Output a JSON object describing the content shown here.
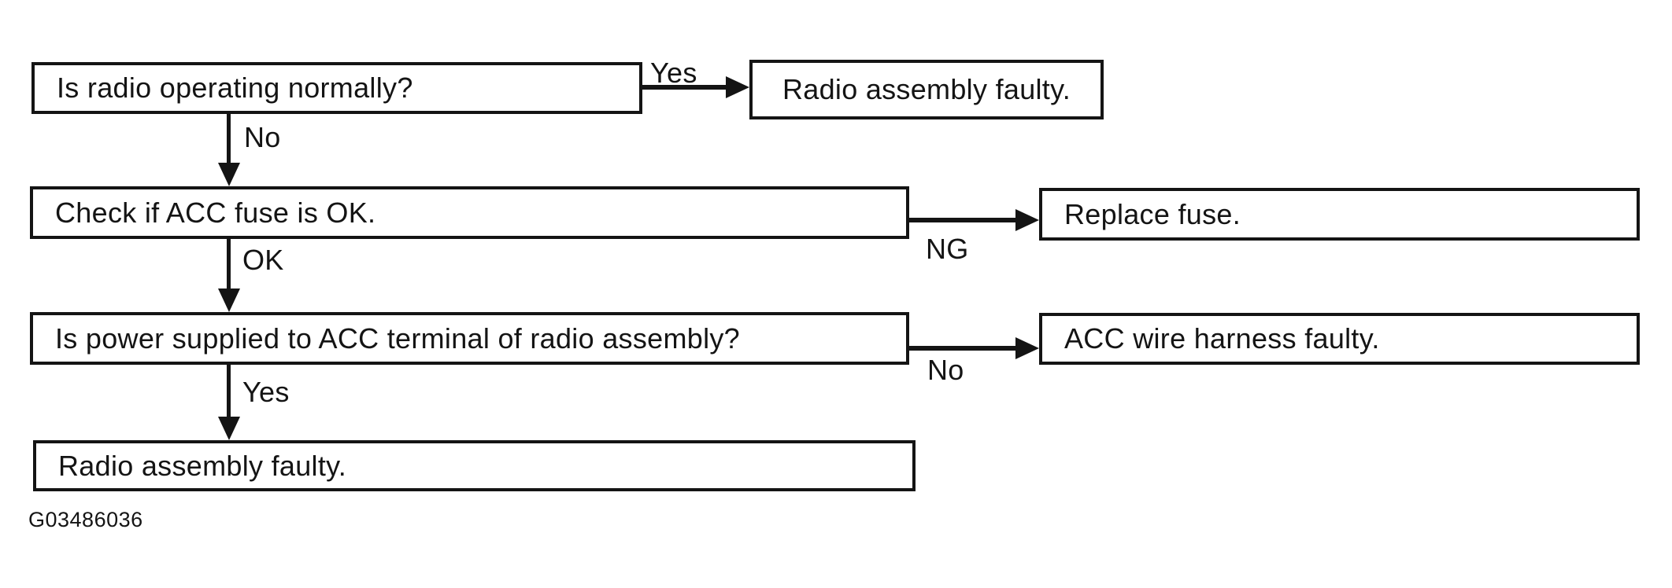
{
  "diagram": {
    "figure_code": "G03486036",
    "colors": {
      "ink": "#141414",
      "background": "#ffffff"
    },
    "nodes": [
      {
        "id": "q1",
        "type": "question",
        "label": "Is radio operating normally?"
      },
      {
        "id": "r1",
        "type": "result",
        "label": "Radio assembly faulty."
      },
      {
        "id": "q2",
        "type": "question",
        "label": "Check if ACC fuse is OK."
      },
      {
        "id": "r2",
        "type": "result",
        "label": "Replace fuse."
      },
      {
        "id": "q3",
        "type": "question",
        "label": "Is power supplied to ACC terminal of radio assembly?"
      },
      {
        "id": "r3",
        "type": "result",
        "label": "ACC wire harness faulty."
      },
      {
        "id": "r4",
        "type": "result",
        "label": "Radio assembly faulty."
      }
    ],
    "edges": [
      {
        "from": "q1",
        "to": "r1",
        "label": "Yes",
        "direction": "right"
      },
      {
        "from": "q1",
        "to": "q2",
        "label": "No",
        "direction": "down"
      },
      {
        "from": "q2",
        "to": "r2",
        "label": "NG",
        "direction": "right"
      },
      {
        "from": "q2",
        "to": "q3",
        "label": "OK",
        "direction": "down"
      },
      {
        "from": "q3",
        "to": "r3",
        "label": "No",
        "direction": "right"
      },
      {
        "from": "q3",
        "to": "r4",
        "label": "Yes",
        "direction": "down"
      }
    ]
  }
}
